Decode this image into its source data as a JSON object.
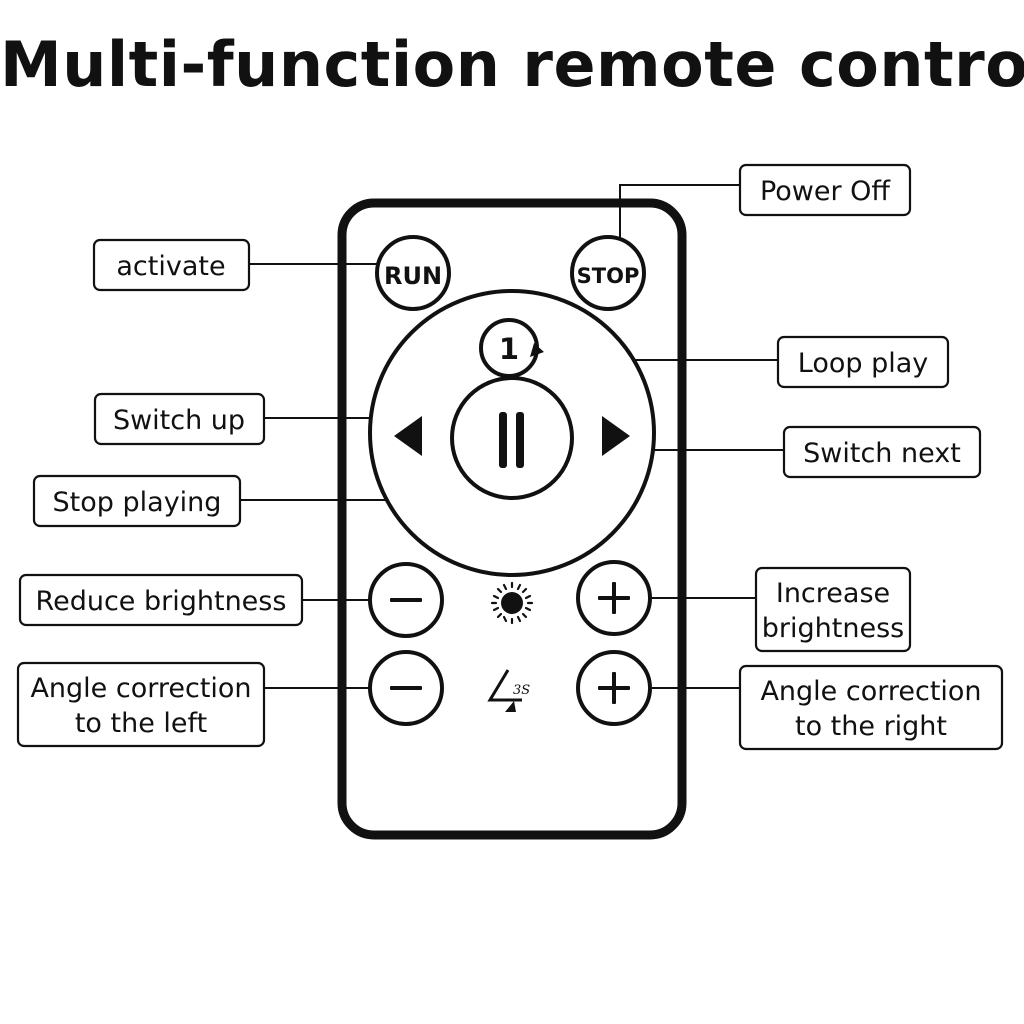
{
  "title": "Multi-function remote control",
  "buttons": {
    "run": "RUN",
    "stop": "STOP",
    "loop": "1",
    "angle_symbol": "3S"
  },
  "labels": {
    "power_off": "Power Off",
    "activate": "activate",
    "loop_play": "Loop play",
    "switch_up": "Switch up",
    "switch_next": "Switch next",
    "stop_playing": "Stop playing",
    "reduce_brightness": "Reduce brightness",
    "increase_brightness_1": "Increase",
    "increase_brightness_2": "brightness",
    "angle_left_1": "Angle correction",
    "angle_left_2": "to the left",
    "angle_right_1": "Angle correction",
    "angle_right_2": "to the right"
  },
  "icons": {
    "brightness": "sun-icon",
    "angle": "angle-icon",
    "prev": "triangle-left-icon",
    "next": "triangle-right-icon",
    "pause": "pause-icon",
    "minus": "minus-icon",
    "plus": "plus-icon",
    "loop": "loop-one-icon"
  }
}
